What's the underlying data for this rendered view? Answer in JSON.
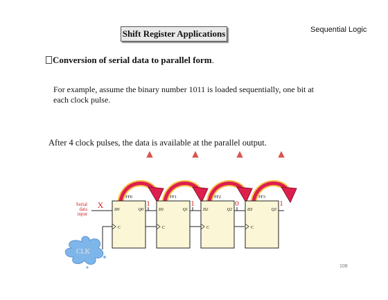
{
  "header": {
    "title": "Shift Register Applications",
    "corner_label": "Sequential Logic"
  },
  "bullet": {
    "head": "Conversion of serial data to parallel form",
    "tail": "."
  },
  "example_text": "For example, assume the binary number 1011 is loaded sequentially, one bit at each clock pulse.",
  "after_text": "After 4 clock pulses, the data is available at the parallel output.",
  "diagram": {
    "input_label_lines": [
      "Serial",
      "data",
      "input"
    ],
    "input_mark": "X",
    "clock_label": "CLK",
    "flipflops": [
      {
        "name": "FF0",
        "d": "D0",
        "q": "Q0",
        "c": "C",
        "value": "1"
      },
      {
        "name": "FF1",
        "d": "D1",
        "q": "Q1",
        "c": "C",
        "value": "1"
      },
      {
        "name": "FF2",
        "d": "D2",
        "q": "Q2",
        "c": "C",
        "value": "0"
      },
      {
        "name": "FF3",
        "d": "D3",
        "q": "Q3",
        "c": "C",
        "value": "1"
      }
    ],
    "colors": {
      "ff_fill": "#fbf6d6",
      "arrow_fill": "#dd1f4e",
      "arrow_edge": "#8c0f2c",
      "bump": "#f6c24a",
      "splash": "#7fb6ea",
      "input_label": "#cc2222",
      "parallel_arrow": "#d9534f"
    }
  },
  "page_number": "108"
}
